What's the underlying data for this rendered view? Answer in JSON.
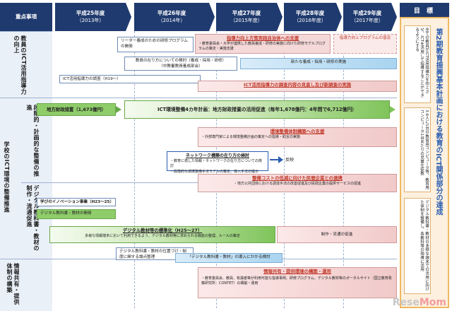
{
  "header": {
    "col0": "重点事項",
    "years": [
      {
        "label": "平成25年度",
        "sub": "（2013年）"
      },
      {
        "label": "平成26年度",
        "sub": "（2014年）"
      },
      {
        "label": "平成27年度",
        "sub": "（2015年度）"
      },
      {
        "label": "平成28年度",
        "sub": "（2016年度）"
      },
      {
        "label": "平成29年度",
        "sub": "（2017年度）"
      }
    ],
    "goal": "目 標"
  },
  "sections": {
    "teacher": "教員のICT活用指導力の向上",
    "school_env": "学校のICT環境の整備推進",
    "systematic": "段階的・計画的な整備の推進",
    "digital": "デジタル教科書・教材の制作・流通促進",
    "info": "情報共有・提供体制の構築"
  },
  "boxes": {
    "leader_program": "リーダー養成のための研修プログラムの開発",
    "model_support": "指導力向上方策実践自治体への支援",
    "model_support_sub": "・教育委員会・大学が連携した教員養成・研修の実施に向けた研修モデルプログラムの策定・実施支援",
    "guidance_book": "指導力向上プログラムの普及",
    "teacher_research": "教員の在り方についての検討（養成・採用・研修）",
    "teacher_research_sub": "（中教審教員養成部会）",
    "new_training": "新たな養成・採用・研修の実施",
    "ict_survey": "ICT活用指導力の調査（H19〜）",
    "ict_review": "ICT活用指導力の調査内容の見直し及び新調査の実施",
    "local_finance": "地方財政措置（1,673億円）",
    "four_year_plan": "ICT環境整備4カ年計画：地方財政措置の活用促進（毎年1,678億円：4年間で6,712億円）",
    "env_support": "環境整備体制構築への支援",
    "env_support_sub": "・外部専門家による環境整備計画の策定への指導・助言の実施",
    "network": "ネットワーク構築の在り方の検討",
    "network_sub1": "・教育に適した情報・ネットワークの在り方についての検討",
    "network_sub2": "・段階的な環境整備手法モデルの策定、導入手法の提示",
    "reflect": "反映",
    "cost": "整備コストの低減に向けた民間企業との連携",
    "cost_sub": "・地方公共団体における調達手法の改善促進及び民間企業の提供サービスの促進",
    "innovation": "学びのイノベーション事業（H23〜25）",
    "digital_dev": "デジタル教科書・教材の開発",
    "standardize": "デジタル教材等の標準化（H25〜27）",
    "standardize_sub": "多様な情報端末において利用できるよう、デジタル教材等に求められる機能の整理、ルールの策定",
    "production": "制作・流通の促進",
    "positioning": "デジタル教科書・教材の位置づけ・制度に関する論点整理",
    "introduction": "「デジタル教科書・教材」の導入にかかる検討",
    "info_share": "情報共有・提供環境の構築・運用",
    "info_share_sub": "・教育委員会、教員、有識者等が利用可能な指導事例、研修プログラム、デジタル教材等のポータルサイト（国立教育政策研究所：CONTET）の構築・運用"
  },
  "goals": {
    "top": "全ての教員がICT活用指導力を向上させ、ICTを活用して指導することができるようにする",
    "middle": "3.6人に1台の教育用コンピュータ等、教育用コンピュータ1台あたりの児童生徒数",
    "bottom": "デジタル教科書・教材の多様な端末での活用に向けた体制を整備し、各教科等の指導に活用",
    "big": "第2期教育振興基本計画における教育のICT関係部分の達成"
  },
  "watermark": {
    "a": "Rese",
    "b": "Mom"
  }
}
